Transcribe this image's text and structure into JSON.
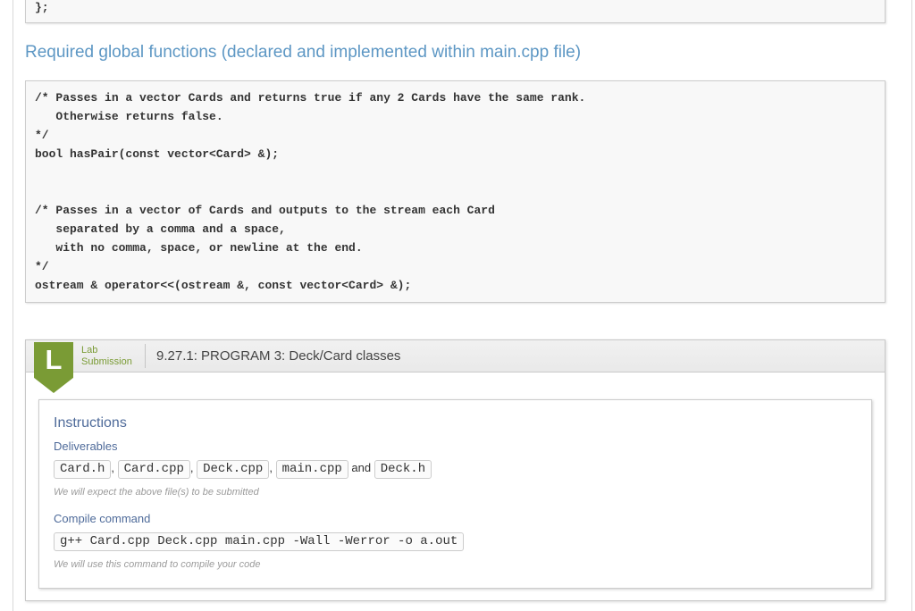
{
  "page": {
    "code_block_top": "};",
    "section_heading": "Required global functions (declared and implemented within main.cpp file)",
    "code_block_main": "/* Passes in a vector Cards and returns true if any 2 Cards have the same rank.\n   Otherwise returns false.\n*/\nbool hasPair(const vector<Card> &);\n\n\n/* Passes in a vector of Cards and outputs to the stream each Card\n   separated by a comma and a space,\n   with no comma, space, or newline at the end.\n*/\nostream & operator<<(ostream &, const vector<Card> &);"
  },
  "lab": {
    "badge_letter": "L",
    "type_label_line1": "Lab",
    "type_label_line2": "Submission",
    "title": "9.27.1: PROGRAM 3: Deck/Card classes",
    "instructions": {
      "heading": "Instructions",
      "deliverables_label": "Deliverables",
      "files": [
        "Card.h",
        "Card.cpp",
        "Deck.cpp",
        "main.cpp",
        "Deck.h"
      ],
      "files_separator": ",",
      "files_conjunction": "and",
      "files_note": "We will expect the above file(s) to be submitted",
      "compile_label": "Compile command",
      "compile_command": "g++ Card.cpp Deck.cpp main.cpp -Wall -Werror -o a.out",
      "compile_note": "We will use this command to compile your code"
    }
  },
  "colors": {
    "heading_blue": "#5d97c4",
    "label_blue": "#4f6b9a",
    "badge_green": "#7a9b35",
    "title_gray": "#444444",
    "note_gray": "#9b9b9b",
    "code_background": "#f8f8f8"
  }
}
